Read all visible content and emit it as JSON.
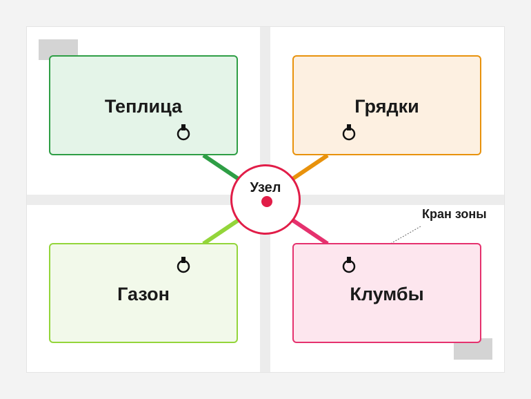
{
  "hub": {
    "label": "Узел",
    "color": "#e11d48"
  },
  "zones": [
    {
      "label": "Теплица",
      "border": "#2e9e45",
      "fill": "#e4f4e8",
      "line": "#2e9e45",
      "icon": "valve-icon"
    },
    {
      "label": "Грядки",
      "border": "#e8920c",
      "fill": "#fdf0e1",
      "line": "#e8920c",
      "icon": "valve-icon"
    },
    {
      "label": "Газон",
      "border": "#93d53a",
      "fill": "#f2f9ea",
      "line": "#93d53a",
      "icon": "valve-icon"
    },
    {
      "label": "Клумбы",
      "border": "#e5316e",
      "fill": "#fde6ee",
      "line": "#e5316e",
      "icon": "valve-icon"
    }
  ],
  "callout": {
    "label": "Кран зоны"
  }
}
